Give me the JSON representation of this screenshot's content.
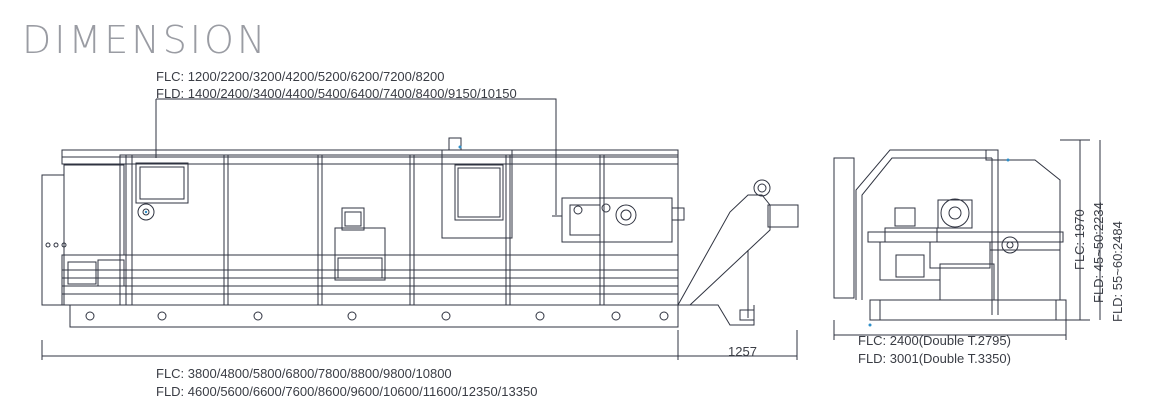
{
  "title": "DIMENSION",
  "front_view": {
    "top_dims": {
      "flc": "FLC: 1200/2200/3200/4200/5200/6200/7200/8200",
      "fld": "FLD: 1400/2400/3400/4400/5400/6400/7400/8400/9150/10150"
    },
    "bottom_dims": {
      "flc": "FLC: 3800/4800/5800/6800/7800/8800/9800/10800",
      "fld": "FLD: 4600/5600/6600/7600/8600/9600/10600/11600/12350/13350"
    },
    "conveyor_dim": "1257"
  },
  "side_view": {
    "width_dims": {
      "flc": "FLC: 2400(Double T.2795)",
      "fld": "FLD: 3001(Double T.3350)"
    },
    "height_dims": {
      "flc": "FLC: 1970",
      "fld_a": "FLD: 45~50:2234",
      "fld_b": "FLD: 55~60:2484"
    }
  },
  "colors": {
    "line": "#2f3340",
    "accent": "#2f8fc9",
    "title": "#9a9ca3"
  }
}
